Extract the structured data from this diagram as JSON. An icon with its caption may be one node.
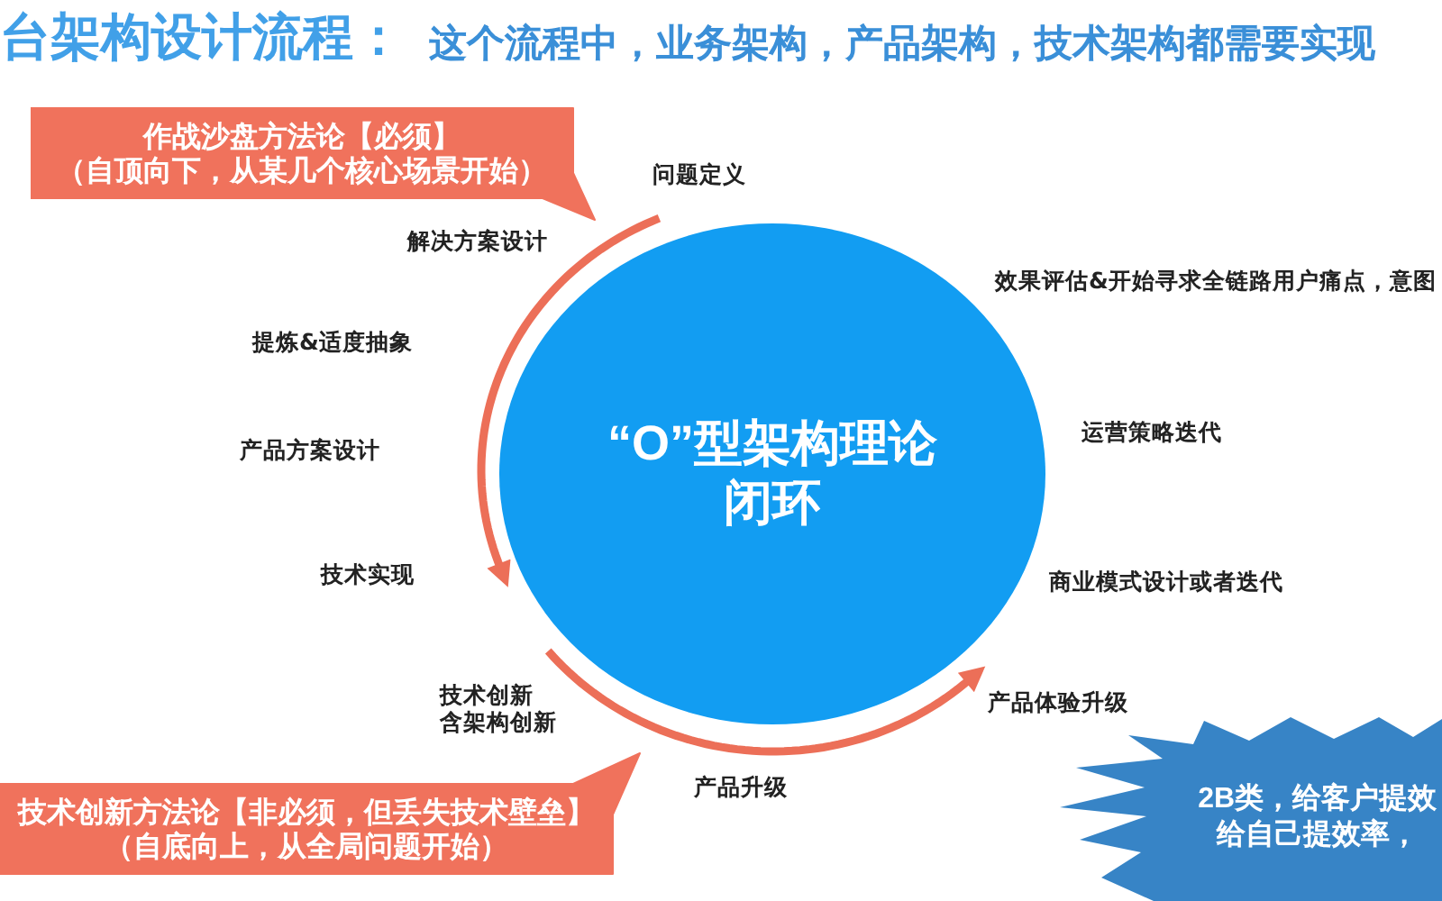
{
  "diagram": {
    "title": "台架构设计流程：",
    "nodes": [
      {
        "text": [
          "作战沙盘方法论【必须】",
          "（自顶向下，从某几个核心场景开始）"
        ]
      },
      {
        "text": [
          "“O”型架构理论闭环"
        ]
      },
      {
        "text": [
          "技术创新方法论【非必须，但丢失技术壁垒】",
          "（自底向上，从全局问题开始）"
        ]
      },
      {
        "text": [
          "2B类，给客户提效给自己提效率，"
        ]
      }
    ],
    "labels": [
      "这个流程中，业务架构，产品架构，技术架构都需要实现",
      "问题定义",
      "解决方案设计",
      "效果评估&开始寻求全链路用户痛点，意图",
      "提炼&适度抽象",
      "产品方案设计",
      "运营策略迭代",
      "技术实现",
      "商业模式设计或者迭代",
      "技术创新",
      "含架构创新",
      "产品体验升级",
      "产品升级"
    ]
  }
}
